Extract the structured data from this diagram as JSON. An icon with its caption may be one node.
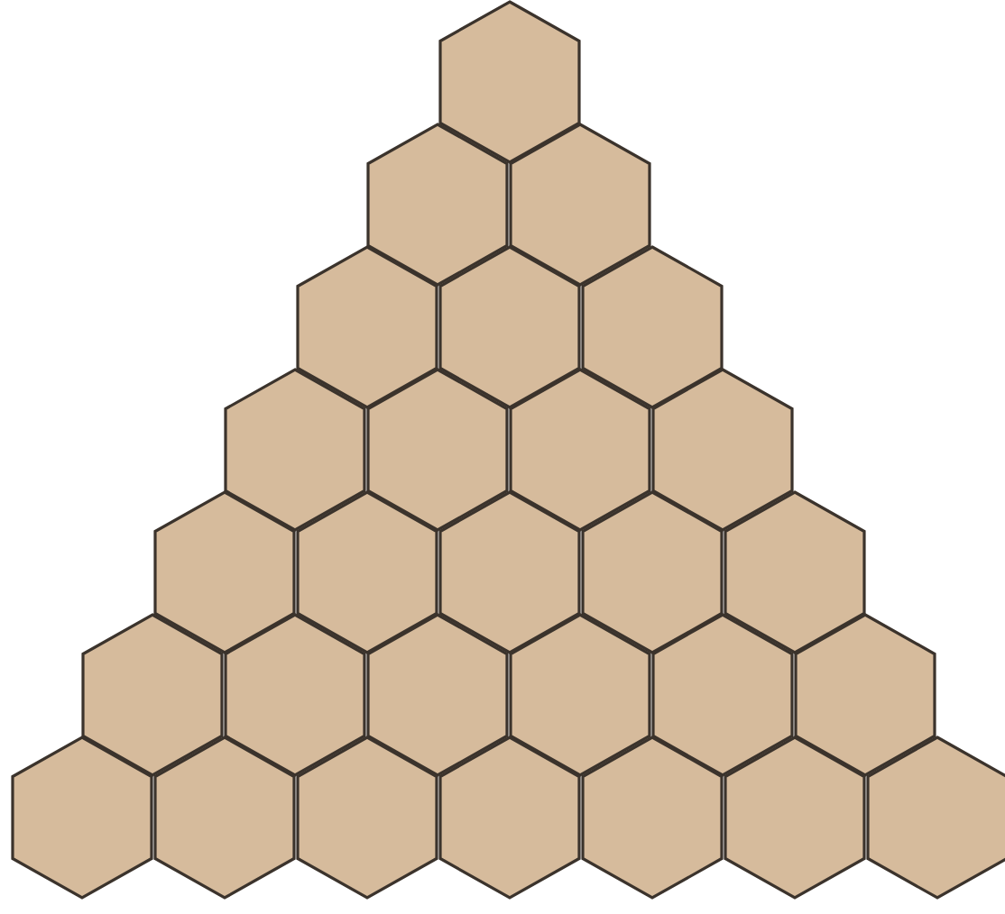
{
  "diagram": {
    "nodes": [
      {
        "text": [],
        "shape": "hexagon"
      },
      {
        "text": [],
        "shape": "hexagon"
      },
      {
        "text": [],
        "shape": "hexagon"
      },
      {
        "text": [],
        "shape": "hexagon"
      },
      {
        "text": [],
        "shape": "hexagon"
      },
      {
        "text": [],
        "shape": "hexagon"
      },
      {
        "text": [],
        "shape": "hexagon"
      },
      {
        "text": [],
        "shape": "hexagon"
      },
      {
        "text": [],
        "shape": "hexagon"
      },
      {
        "text": [],
        "shape": "hexagon"
      },
      {
        "text": [],
        "shape": "hexagon"
      },
      {
        "text": [],
        "shape": "hexagon"
      },
      {
        "text": [],
        "shape": "hexagon"
      },
      {
        "text": [],
        "shape": "hexagon"
      },
      {
        "text": [],
        "shape": "hexagon"
      },
      {
        "text": [],
        "shape": "hexagon"
      },
      {
        "text": [],
        "shape": "hexagon"
      },
      {
        "text": [],
        "shape": "hexagon"
      },
      {
        "text": [],
        "shape": "hexagon"
      },
      {
        "text": [],
        "shape": "hexagon"
      },
      {
        "text": [],
        "shape": "hexagon"
      },
      {
        "text": [],
        "shape": "hexagon"
      },
      {
        "text": [],
        "shape": "hexagon"
      },
      {
        "text": [],
        "shape": "hexagon"
      },
      {
        "text": [],
        "shape": "hexagon"
      },
      {
        "text": [],
        "shape": "hexagon"
      },
      {
        "text": [],
        "shape": "hexagon"
      },
      {
        "text": [],
        "shape": "hexagon"
      }
    ]
  }
}
